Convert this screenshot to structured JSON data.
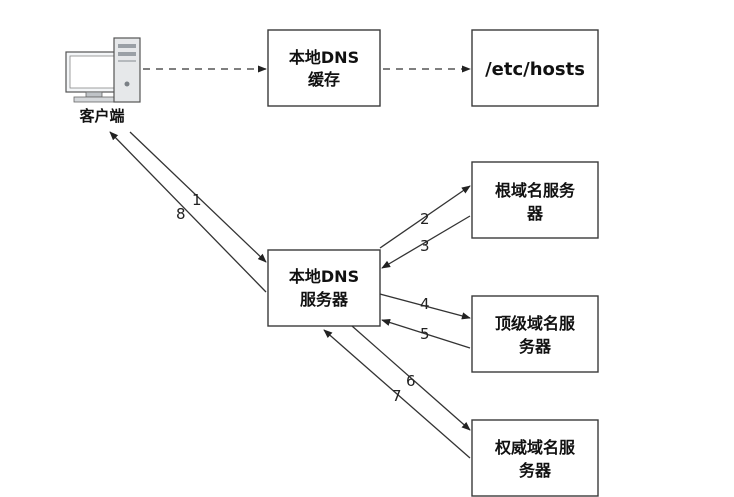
{
  "client": {
    "label": "客户端"
  },
  "boxes": {
    "dns_cache": {
      "line1": "本地DNS",
      "line2": "缓存"
    },
    "hosts": {
      "line1": "/etc/hosts"
    },
    "local_dns": {
      "line1": "本地DNS",
      "line2": "服务器"
    },
    "root": {
      "line1": "根域名服务",
      "line2": "器"
    },
    "tld": {
      "line1": "顶级域名服",
      "line2": "务器"
    },
    "auth": {
      "line1": "权威域名服",
      "line2": "务器"
    }
  },
  "steps": {
    "s1": "1",
    "s2": "2",
    "s3": "3",
    "s4": "4",
    "s5": "5",
    "s6": "6",
    "s7": "7",
    "s8": "8"
  },
  "colors": {
    "stroke": "#333333",
    "box_border": "#3a3a3a",
    "text": "#111111"
  }
}
